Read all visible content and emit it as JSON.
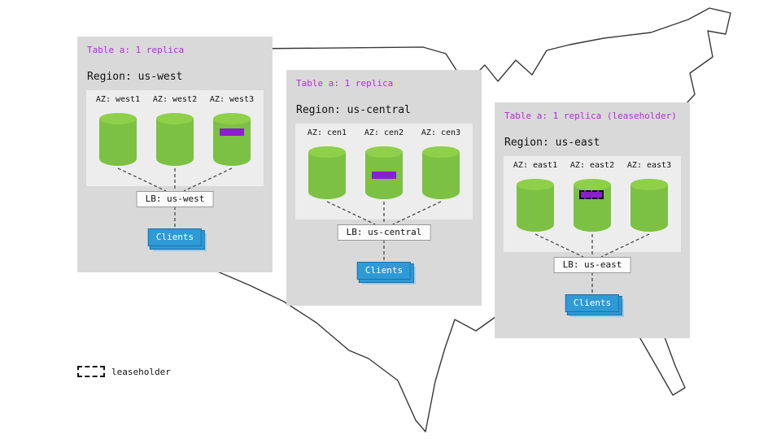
{
  "legend": {
    "label": "leaseholder"
  },
  "colors": {
    "table_label": "#b22dd4",
    "region_bg": "#d9d9d9",
    "az_panel_bg": "#ededed",
    "cylinder_green": "#7cc143",
    "cylinder_top_green": "#8ed049",
    "replica_purple": "#8b1fd0",
    "clients_blue": "#2e9ad6",
    "map_outline": "#383838"
  },
  "regions": [
    {
      "table_label": "Table a: 1 replica",
      "region_label": "Region: us-west",
      "azs": [
        {
          "label": "AZ: west1"
        },
        {
          "label": "AZ: west2"
        },
        {
          "label": "AZ: west3"
        }
      ],
      "replica": {
        "az": "AZ: west3",
        "leaseholder": false
      },
      "lb_label": "LB: us-west",
      "clients_label": "Clients"
    },
    {
      "table_label": "Table a: 1 replica",
      "region_label": "Region: us-central",
      "azs": [
        {
          "label": "AZ: cen1"
        },
        {
          "label": "AZ: cen2"
        },
        {
          "label": "AZ: cen3"
        }
      ],
      "replica": {
        "az": "AZ: cen2",
        "leaseholder": false
      },
      "lb_label": "LB: us-central",
      "clients_label": "Clients"
    },
    {
      "table_label": "Table a: 1 replica (leaseholder)",
      "region_label": "Region: us-east",
      "azs": [
        {
          "label": "AZ: east1"
        },
        {
          "label": "AZ: east2"
        },
        {
          "label": "AZ: east3"
        }
      ],
      "replica": {
        "az": "AZ: east2",
        "leaseholder": true
      },
      "lb_label": "LB: us-east",
      "clients_label": "Clients"
    }
  ]
}
